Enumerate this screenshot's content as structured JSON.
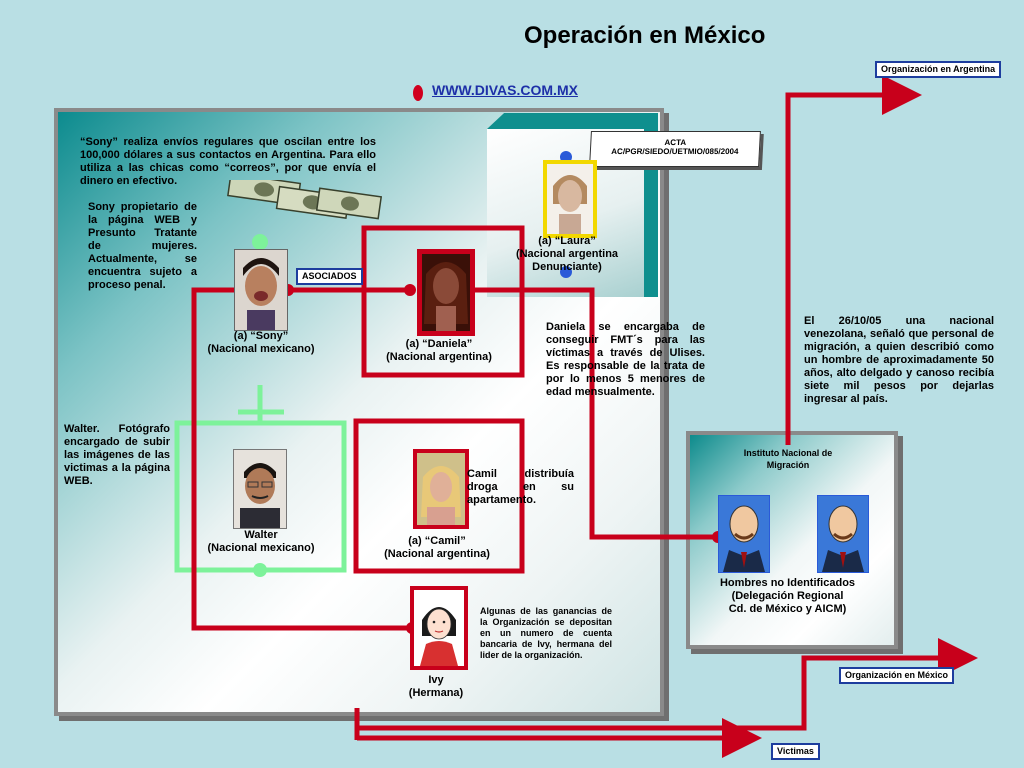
{
  "title": "Operación en México",
  "website": "WWW.DIVAS.COM.MX",
  "labels": {
    "org_argentina": "Organización en Argentina",
    "org_mexico": "Organización en México",
    "victimas": "Victimas",
    "asociados": "ASOCIADOS"
  },
  "acta": {
    "line1": "ACTA",
    "line2": "AC/PGR/SIEDO/UETMIO/085/2004"
  },
  "texts": {
    "sony_envios": "“Sony” realiza envíos regulares que oscilan entre los 100,000 dólares a sus contactos en Argentina. Para ello utiliza a las chicas como “correos”, por que envía el dinero en efectivo.",
    "sony_propietario": "Sony propietario de la página WEB y Presunto Tratante de mujeres. Actualmente, se encuentra sujeto a proceso penal.",
    "walter_desc": "Walter. Fotógrafo encargado de subir las imágenes de las victimas a la página WEB.",
    "daniela_desc": "Daniela se encargaba de conseguir FMT´s para las víctimas a través de Ulises. Es responsable de la trata de por lo menos 5 menores de edad mensualmente.",
    "camil_desc": "Camil distribuía droga en su apartamento.",
    "ivy_desc": "Algunas de las ganancias de la Organización se depositan en un numero de cuenta bancaria de Ivy, hermana del lider de la organización.",
    "venezolana": "El 26/10/05 una nacional venezolana, señaló que personal de migración, a quien describió como un hombre de aproximadamente 50 años, alto delgado y canoso recibía siete mil pesos por dejarlas ingresar al país."
  },
  "people": {
    "sony": {
      "line1": "(a) “Sony”",
      "line2": "(Nacional mexicano)"
    },
    "daniela": {
      "line1": "(a) “Daniela”",
      "line2": "(Nacional argentina)"
    },
    "laura": {
      "line1": "(a) “Laura”",
      "line2": "(Nacional argentina",
      "line3": "Denunciante)"
    },
    "walter": {
      "line1": "Walter",
      "line2": "(Nacional mexicano)"
    },
    "camil": {
      "line1": "(a) “Camil”",
      "line2": "(Nacional argentina)"
    },
    "ivy": {
      "line1": "Ivy",
      "line2": "(Hermana)"
    }
  },
  "institute": {
    "title": "Instituto Nacional de Migración",
    "hombres_line1": "Hombres no Identificados",
    "hombres_line2": "(Delegación Regional",
    "hombres_line3": "Cd. de México y AICM)"
  },
  "colors": {
    "link_red": "#c8001b",
    "green": "#7df29a",
    "blue_dot": "#2a5ad8",
    "bg": "#b9dfe4"
  },
  "icons": [
    "money-icon",
    "man-suit-icon",
    "woman-cartoon-icon"
  ]
}
